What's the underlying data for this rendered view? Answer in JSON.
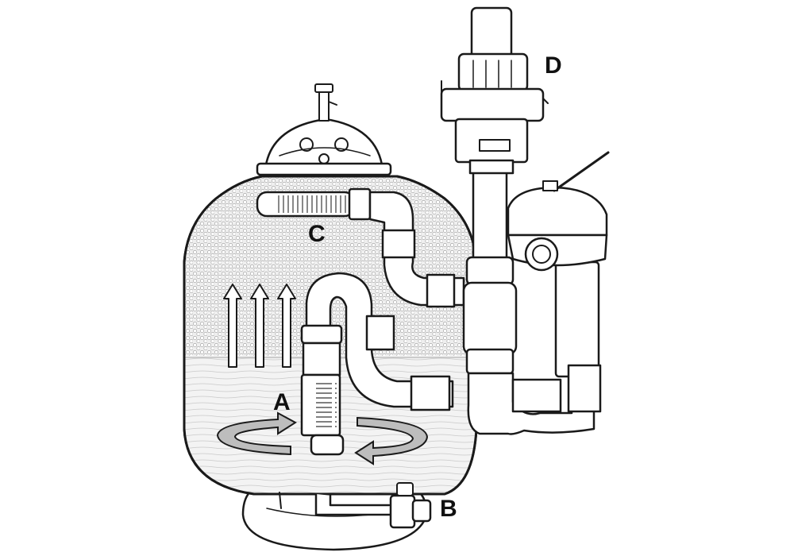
{
  "labels": {
    "a": "A",
    "b": "B",
    "c": "C",
    "d": "D"
  },
  "colors": {
    "ink": "#1a1a1a",
    "paper": "#ffffff",
    "media": "#e8e8e8",
    "water": "#efefef",
    "arrow_shade": "#bdbdbd"
  }
}
